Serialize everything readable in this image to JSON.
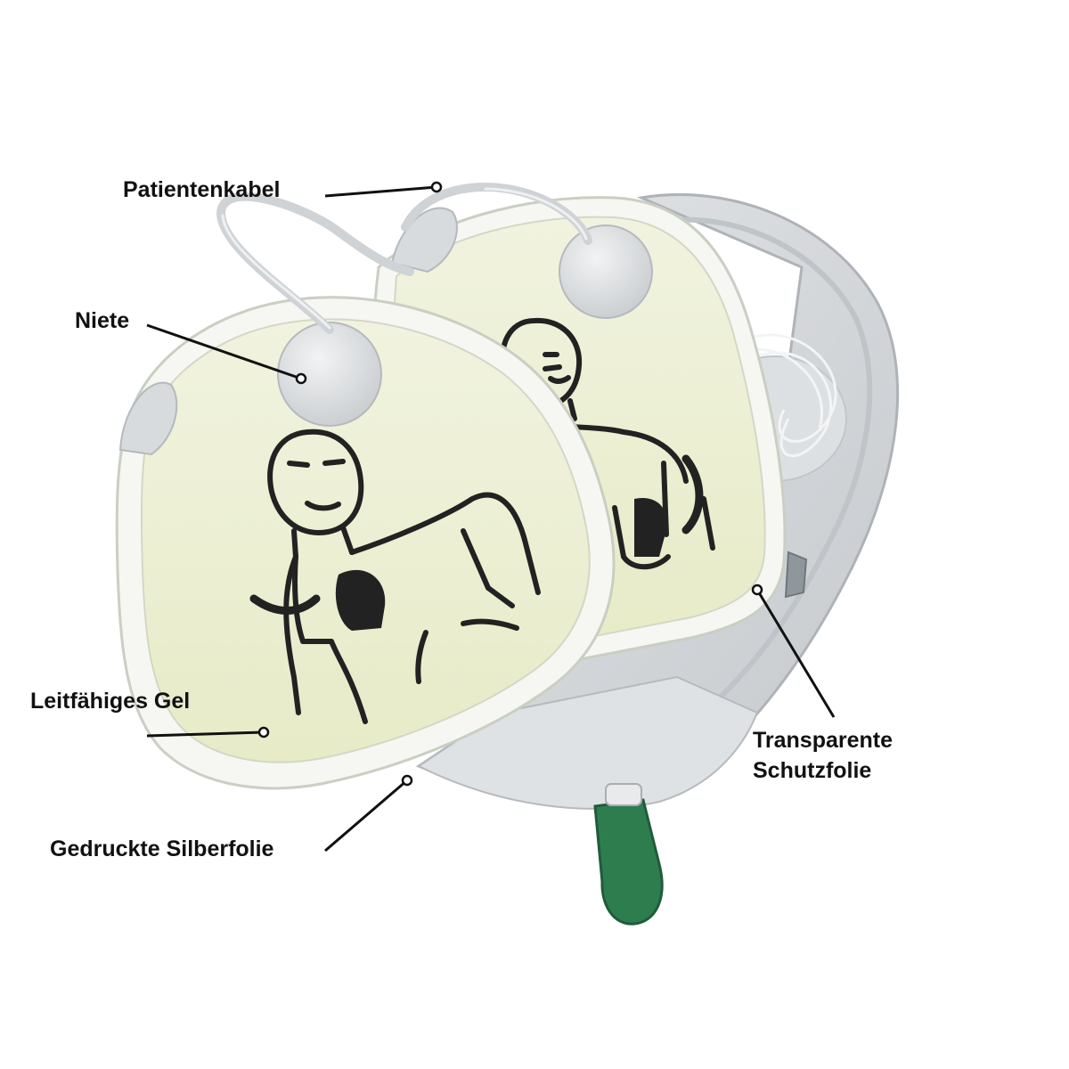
{
  "colors": {
    "pad_fill": "#eef1d8",
    "pad_inner": "#e9edcc",
    "pad_film": "#f6f7f2",
    "pad_outline": "#c9cfc2",
    "tray": "#d7dadd",
    "tray_dark": "#b9bec3",
    "cable": "#cfd3d6",
    "pull_tab": "#2e7d4f",
    "pictogram": "#222222",
    "leader": "#111111"
  },
  "labels": {
    "patient_cable": "Patientenkabel",
    "rivet": "Niete",
    "conductive_gel": "Leitfähiges Gel",
    "printed_silver_foil": "Gedruckte Silberfolie",
    "protective_film": [
      "Transparente",
      "Schutzfolie"
    ]
  }
}
